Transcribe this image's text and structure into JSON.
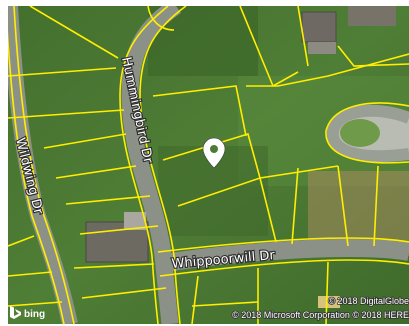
{
  "map": {
    "view": "aerial",
    "colors": {
      "parcel_line": "#ffee00",
      "pin": "#ffffff",
      "road": "#8a8f85",
      "grass": "#4a7a32"
    },
    "streets": {
      "hummingbird": "Hummingbird Dr",
      "wildwing": "Wildwing Dr",
      "whippoorwill": "Whippoorwill Dr"
    },
    "marker_icon": "location-pin-icon",
    "provider_logo_icon": "bing-logo-icon",
    "provider_name": "bing",
    "copyright": "© 2018 Microsoft Corporation © 2018 HERE",
    "copyright_imagery": "© 2018 DigitalGlobe"
  }
}
